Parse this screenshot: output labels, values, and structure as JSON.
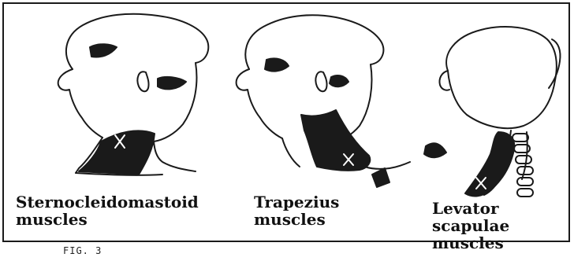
{
  "panels": [
    {
      "id": "scm",
      "label_line1": "Sternocleidomastoid",
      "label_line2": "muscles"
    },
    {
      "id": "trap",
      "label_line1": "Trapezius",
      "label_line2": "muscles"
    },
    {
      "id": "lev",
      "label_line1": "Levator",
      "label_line2": "scapulae",
      "label_line3": "muscles"
    }
  ],
  "caption": "FIG. 3",
  "colors": {
    "ink": "#1a1a1a",
    "background": "#ffffff"
  }
}
